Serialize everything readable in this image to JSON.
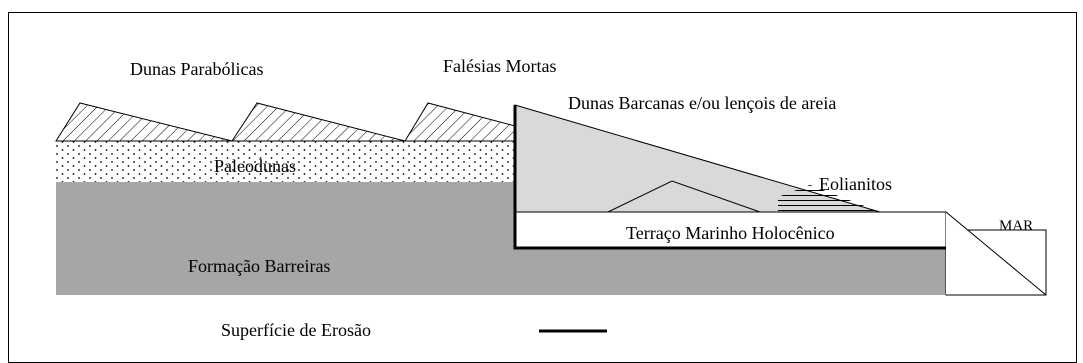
{
  "labels": {
    "dunas_parabolicas": "Dunas Parabólicas",
    "falesias_mortas": "Falésias Mortas",
    "dunas_barcanas": "Dunas Barcanas e/ou lençois de areia",
    "paleodunas": "Paleodunas",
    "eolianitos": "Eolianitos",
    "terraco": "Terraço Marinho Holocênico",
    "formacao": "Formação Barreiras",
    "mar": "MAR"
  },
  "legend": {
    "superficie_erosao": "Superfície de Erosão"
  },
  "colors": {
    "formacao_barreiras": "#a6a6a6",
    "dunas_barcanas": "#d9d9d9",
    "terraco": "#ffffff",
    "line": "#000000"
  }
}
